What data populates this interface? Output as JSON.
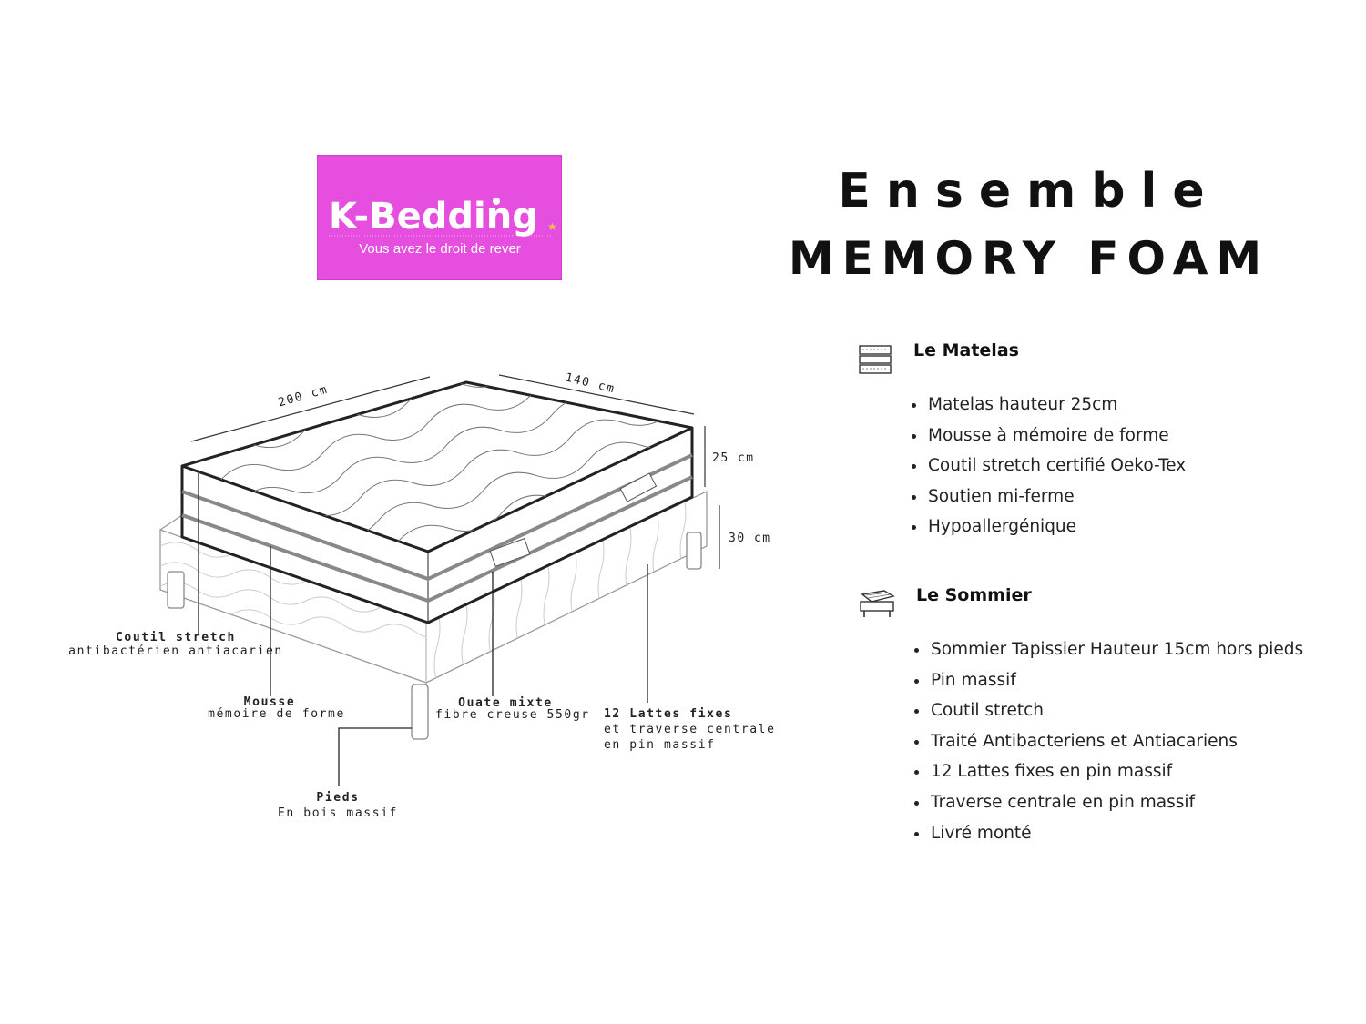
{
  "brand": {
    "name": "K-Bedding",
    "tagline": "Vous avez le droit de rever",
    "background_color": "#e64ee0"
  },
  "title": {
    "line1": "Ensemble",
    "line2": "MEMORY FOAM"
  },
  "dimensions": {
    "length": "200 cm",
    "width": "140 cm",
    "mattress_height": "25 cm",
    "base_height": "30 cm"
  },
  "callouts": {
    "coutil": {
      "title": "Coutil stretch",
      "detail": "antibactérien antiacarien"
    },
    "mousse": {
      "title": "Mousse",
      "detail": "mémoire de forme"
    },
    "ouate": {
      "title": "Ouate mixte",
      "detail": "fibre creuse 550gr"
    },
    "lattes": {
      "title": "12 Lattes fixes",
      "detail1": "et traverse centrale",
      "detail2": "en pin massif"
    },
    "pieds": {
      "title": "Pieds",
      "detail": "En bois massif"
    }
  },
  "sections": {
    "matelas": {
      "icon": "mattress-icon",
      "title": "Le Matelas",
      "items": [
        "Matelas hauteur 25cm",
        "Mousse à mémoire de forme",
        "Coutil stretch certifié Oeko-Tex",
        "Soutien mi-ferme",
        "Hypoallergénique"
      ]
    },
    "sommier": {
      "icon": "bed-base-icon",
      "title": "Le Sommier",
      "items": [
        "Sommier Tapissier Hauteur 15cm hors pieds",
        "Pin massif",
        "Coutil stretch",
        "Traité Antibacteriens et Antiacariens",
        "12 Lattes fixes en pin massif",
        "Traverse centrale en pin massif",
        "Livré monté"
      ]
    }
  }
}
